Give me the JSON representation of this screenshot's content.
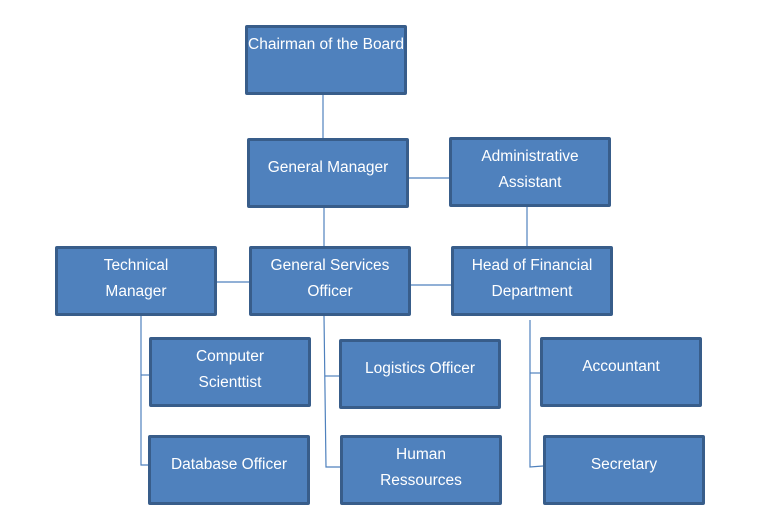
{
  "colors": {
    "fill": "#4F81BD",
    "border": "#385D8A",
    "connector": "#4F81BD",
    "text": "#FFFFFF"
  },
  "nodes": {
    "chairman": "Chairman of the Board",
    "general_manager": "General Manager",
    "admin_assistant": "Administrative Assistant",
    "technical_manager": "Technical Manager",
    "general_services": "General Services Officer",
    "head_financial": "Head of Financial Department",
    "computer_scientist": "Computer Scienttist",
    "database_officer": "Database Officer",
    "logistics_officer": "Logistics Officer",
    "human_resources": "Human Ressources",
    "accountant": "Accountant",
    "secretary": "Secretary"
  },
  "edges": [
    [
      "chairman",
      "general_manager"
    ],
    [
      "general_manager",
      "admin_assistant"
    ],
    [
      "general_manager",
      "general_services"
    ],
    [
      "admin_assistant",
      "head_financial"
    ],
    [
      "general_services",
      "technical_manager"
    ],
    [
      "general_services",
      "head_financial"
    ],
    [
      "technical_manager",
      "computer_scientist"
    ],
    [
      "technical_manager",
      "database_officer"
    ],
    [
      "general_services",
      "logistics_officer"
    ],
    [
      "general_services",
      "human_resources"
    ],
    [
      "head_financial",
      "accountant"
    ],
    [
      "head_financial",
      "secretary"
    ]
  ]
}
